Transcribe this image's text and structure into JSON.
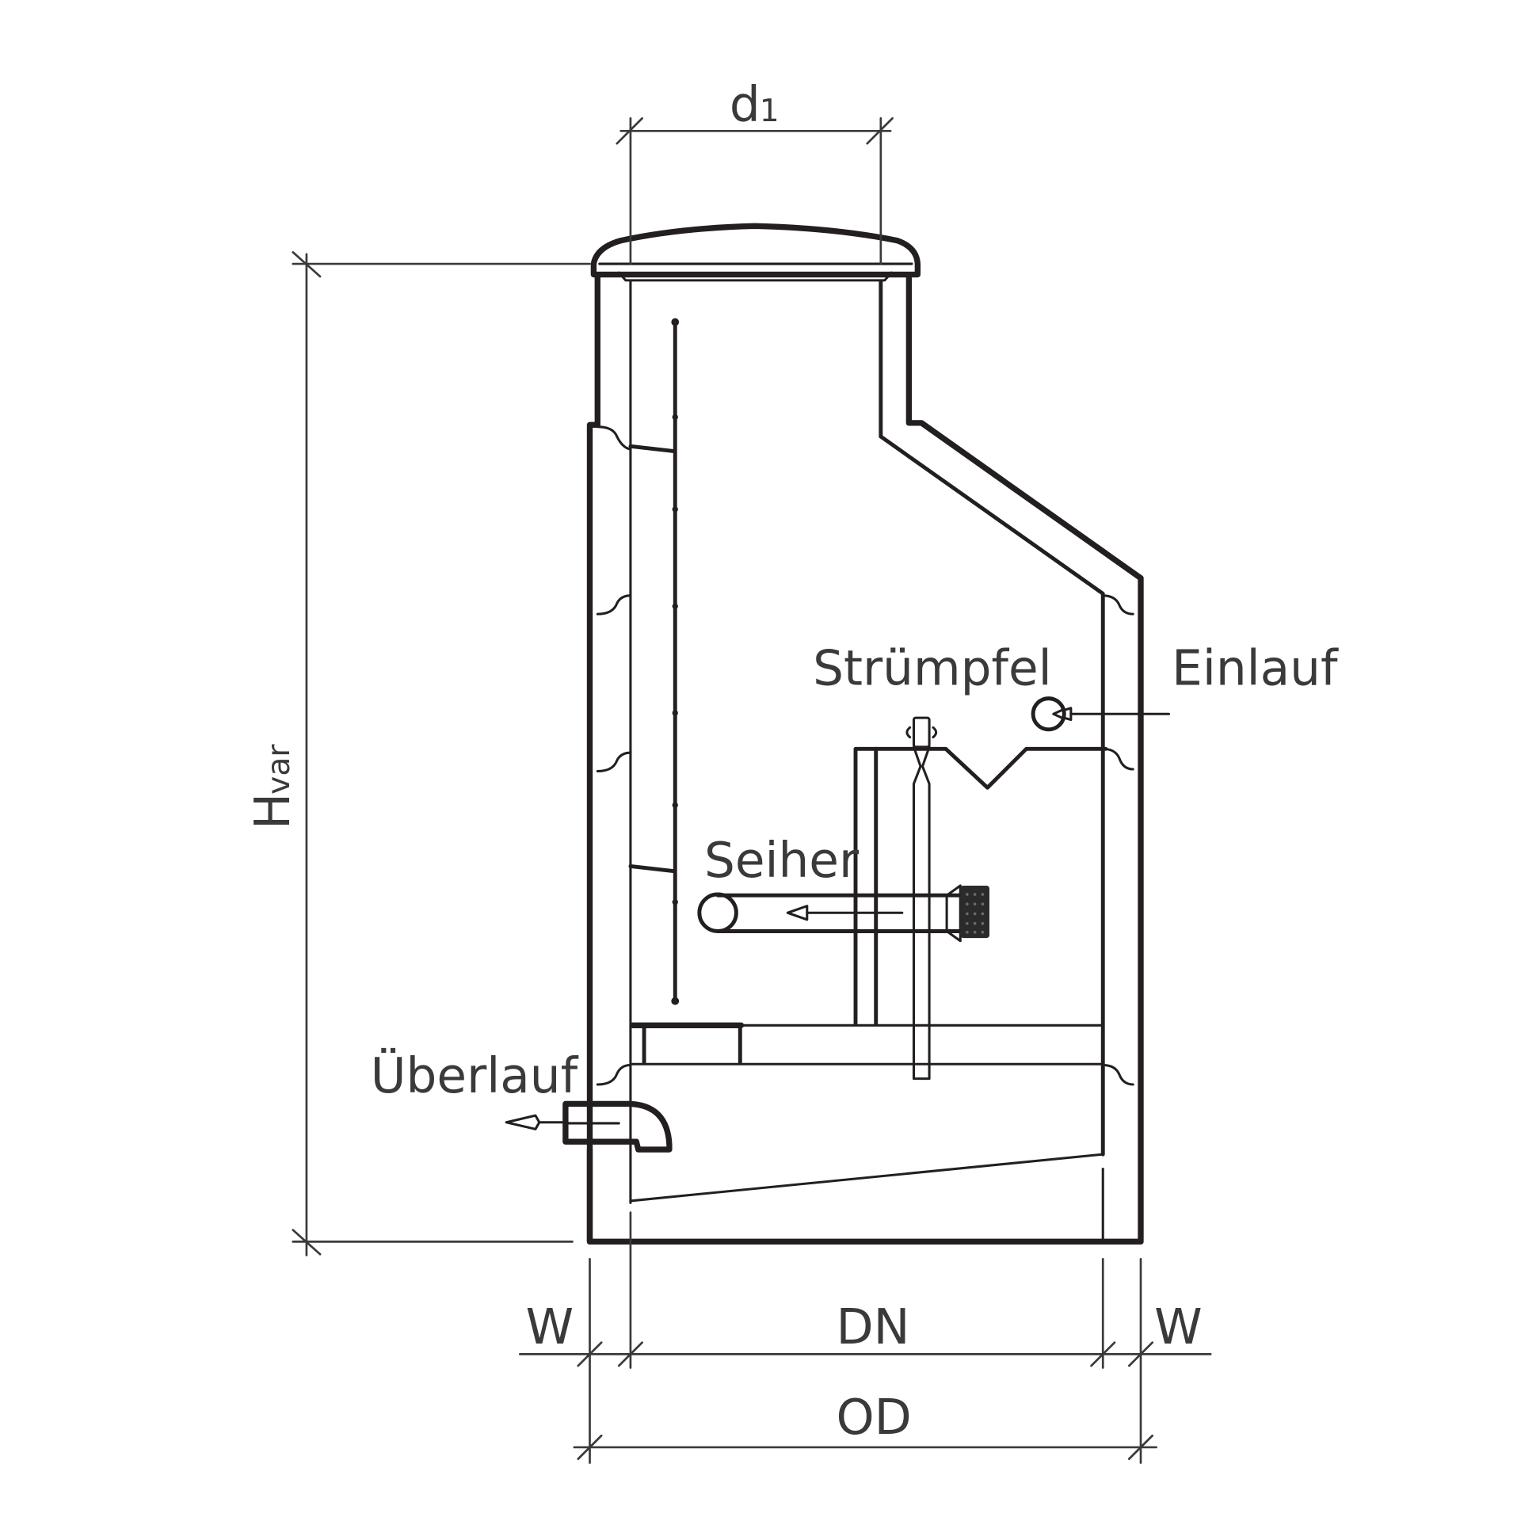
{
  "diagram": {
    "type": "cross-section technical drawing",
    "labels": {
      "d1": "d",
      "d1_sub": "1",
      "h_var": "H",
      "h_var_sub": "var",
      "struempfel": "Strümpfel",
      "einlauf": "Einlauf",
      "seiher": "Seiher",
      "ueberlauf": "Überlauf",
      "w_left": "W",
      "dn": "DN",
      "w_right": "W",
      "od": "OD"
    },
    "colors": {
      "line": "#231f20",
      "dimension": "#3a3a3a",
      "background": "#ffffff"
    }
  }
}
